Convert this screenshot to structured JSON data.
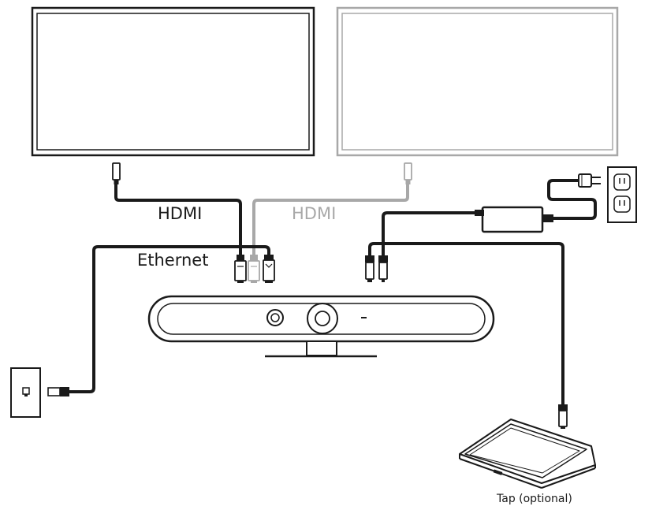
{
  "labels": {
    "hdmi_primary": "HDMI",
    "hdmi_secondary": "HDMI",
    "ethernet": "Ethernet",
    "tap": "Tap (optional)"
  },
  "colors": {
    "primary_line": "#1a1a1a",
    "secondary_line": "#a8a8a8",
    "background": "#ffffff"
  },
  "icons": {
    "display_primary": "monitor",
    "display_secondary": "monitor",
    "camera": "video-bar",
    "power": "power-adapter",
    "outlet": "wall-outlet",
    "network": "ethernet-wall-jack",
    "touch": "tap-touch-controller"
  }
}
